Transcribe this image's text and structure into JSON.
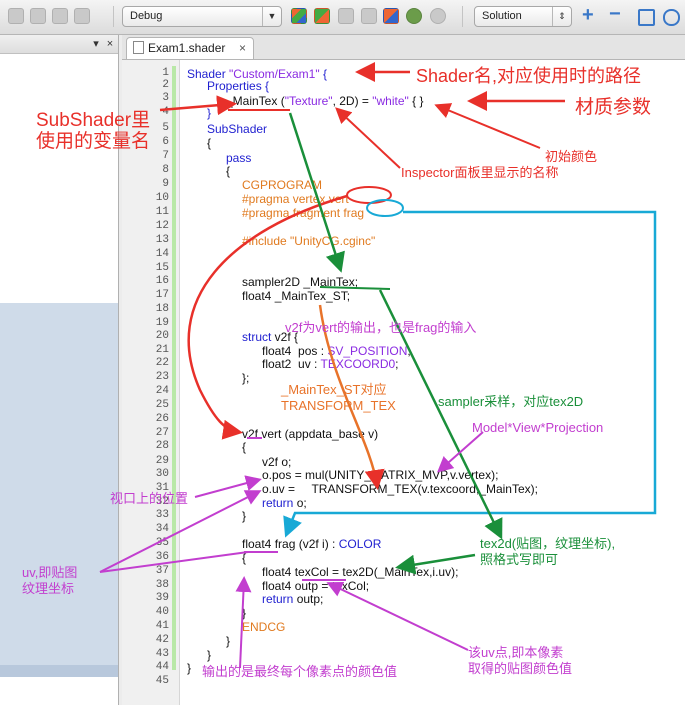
{
  "toolbar": {
    "config_select": "Debug",
    "platform_select": "Solution",
    "icons": [
      "align-left-icon",
      "align-center-icon",
      "indent-icon",
      "build-icon",
      "clean-build-icon",
      "link-icon",
      "debug-icon",
      "settings-icon",
      "stop-icon",
      "add-icon",
      "remove-icon",
      "fit-icon"
    ]
  },
  "left_pane": {
    "menu_icon": "▾",
    "close_icon": "×"
  },
  "editor": {
    "tab_title": "Exam1.shader",
    "tab_close": "×",
    "line_numbers": [
      "1",
      "2",
      "3",
      "4",
      "5",
      "6",
      "7",
      "8",
      "9",
      "10",
      "11",
      "12",
      "13",
      "14",
      "15",
      "16",
      "17",
      "18",
      "19",
      "20",
      "21",
      "22",
      "23",
      "24",
      "25",
      "26",
      "27",
      "28",
      "29",
      "30",
      "31",
      "32",
      "33",
      "34",
      "35",
      "36",
      "37",
      "38",
      "39",
      "40",
      "41",
      "42",
      "43",
      "44",
      "45"
    ],
    "code": {
      "l1a": "Shader",
      "l1b": "\"Custom/Exam1\"",
      "l1c": "{",
      "l2": "Properties {",
      "l3a": "_MainTex (",
      "l3b": "\"Texture\"",
      "l3c": ", 2D) = ",
      "l3d": "\"white\"",
      "l3e": " { }",
      "l4": "}",
      "l5": "SubShader",
      "l6": "{",
      "l7": "pass",
      "l8": "{",
      "l9": "CGPROGRAM",
      "l10": "#pragma vertex vert",
      "l11": "#pragma fragment frag",
      "l13": "#include \"UnityCG.cginc\"",
      "l16": "sampler2D _MainTex;",
      "l17": "float4 _MainTex_ST;",
      "l19a": "struct",
      "l19b": " v2f {",
      "l20a": "float4  pos : ",
      "l20b": "SV_POSITION",
      "l20c": ";",
      "l21a": "float2  uv : ",
      "l21b": "TEXCOORD0",
      "l21c": ";",
      "l22": "};",
      "l25": "v2f vert (appdata_base v)",
      "l26": "{",
      "l27": "v2f o;",
      "l28": "o.pos = mul(UNITY_MATRIX_MVP,v.vertex);",
      "l29": "o.uv =     TRANSFORM_TEX(v.texcoord,_MainTex);",
      "l30a": "return",
      "l30b": " o;",
      "l31": "}",
      "l33a": "float4 frag (v2f i) : ",
      "l33b": "COLOR",
      "l34": "{",
      "l35": "float4 texCol = tex2D(_MainTex,i.uv);",
      "l36": "float4 outp = texCol;",
      "l37a": "return",
      "l37b": " outp;",
      "l38": "}",
      "l40": "ENDCG",
      "l41": "}",
      "l42": "}",
      "l43": "}"
    }
  },
  "annotations": {
    "shader_name": "Shader名,对应使用时的路径",
    "material_params": "材质参数",
    "subshader_var_1": "SubShader里",
    "subshader_var_2": "使用的变量名",
    "initial_color": "初始颜色",
    "inspector_name": "Inspector面板里显示的名称",
    "v2f_note": "v2f为vert的输出，也是frag的输入",
    "sampler_note": "sampler采样，对应tex2D",
    "mainTex_st_1": "_MainTex_ST对应",
    "mainTex_st_2": "TRANSFORM_TEX",
    "mvp_note": "Model*View*Projection",
    "viewport_note": "视口上的位置",
    "tex2d_note_1": "tex2d(贴图，纹理坐标),",
    "tex2d_note_2": "照格式写即可",
    "uv_note_1": "uv,即贴图",
    "uv_note_2": "纹理坐标",
    "uv_point_1": "该uv点,即本像素",
    "uv_point_2": "取得的贴图颜色值",
    "output_note": "输出的是最终每个像素点的颜色值"
  },
  "colors": {
    "annotation_red": "#e8302a",
    "annotation_magenta": "#c23ecf",
    "annotation_green": "#1a8f3a",
    "annotation_cyan": "#18a9d6",
    "keyword_blue": "#1f1fd0",
    "string_purple": "#8a2be2",
    "preprocessor_orange": "#e07a1f"
  }
}
